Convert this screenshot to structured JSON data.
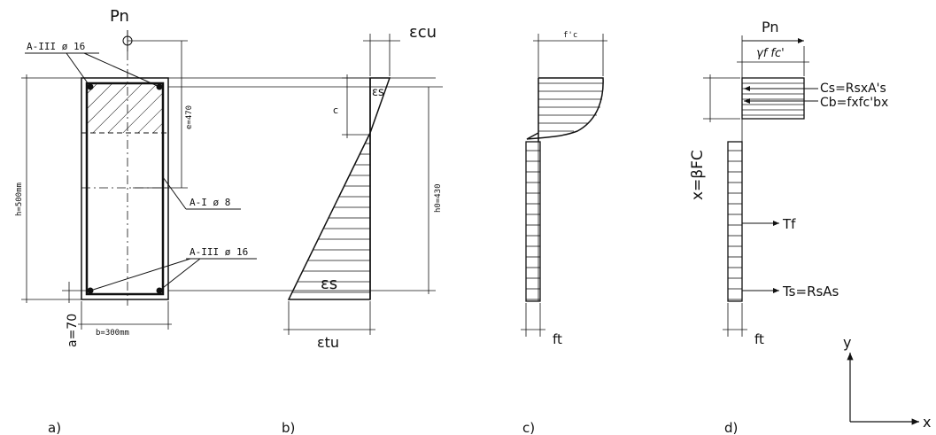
{
  "panel_a": {
    "load": "Pn",
    "rebar_top": "A-III ø 16",
    "dim_e": "e=470",
    "dim_h": "h=500mm",
    "stirrup": "A-I ø 8",
    "rebar_bottom": "A-III ø 16",
    "cover": "a=70",
    "width": "b=300mm"
  },
  "panel_b": {
    "eps_cu": "εcu",
    "eps_s_top": "εs",
    "depth_c": "c",
    "h0": "h0=430",
    "eps_s": "εs",
    "eps_tu": "εtu"
  },
  "panel_c": {
    "fpc": "f'c",
    "ft": "ft"
  },
  "panel_d": {
    "load": "Pn",
    "gamma": "γf fc'",
    "cs": "Cs=RsxA's",
    "cb": "Cb=fxfc'bx",
    "x": "x=βFC",
    "tf": "Tf",
    "ts": "Ts=RsAs",
    "ft": "ft"
  },
  "axes": {
    "y": "y",
    "x": "x"
  },
  "captions": [
    "a)",
    "b)",
    "c)",
    "d)"
  ]
}
